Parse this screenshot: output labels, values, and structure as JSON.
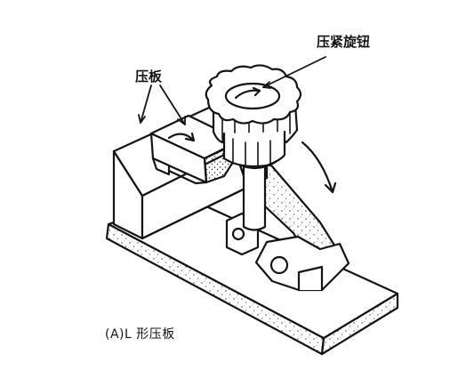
{
  "labels": {
    "knob": "压紧旋钮",
    "plate": "压板",
    "caption": "(A)L 形压板"
  },
  "colors": {
    "ink": "#141414",
    "paper": "#ffffff",
    "speckle": "#3a3a3a"
  }
}
